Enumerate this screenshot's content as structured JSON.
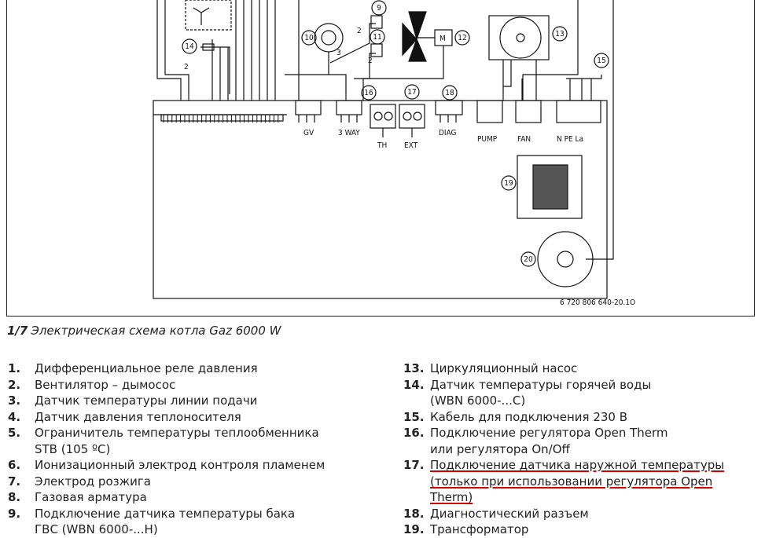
{
  "diagram": {
    "connector_labels": {
      "gv": "GV",
      "three_way": "3 WAY",
      "th": "TH",
      "ext": "EXT",
      "diag": "DIAG",
      "pump": "PUMP",
      "fan": "FAN",
      "power": "N PE La"
    },
    "callouts": [
      "9",
      "10",
      "11",
      "12",
      "13",
      "14",
      "15",
      "16",
      "17",
      "18",
      "19",
      "20"
    ],
    "valve_label": "M",
    "small_marks": [
      "2",
      "2",
      "3",
      "2"
    ],
    "doc_code": "6 720 806 640-20.1O"
  },
  "caption": {
    "number": "1/7",
    "text": "Электрическая схема котла Gaz 6000 W"
  },
  "legend_left": [
    {
      "num": "1.",
      "lines": [
        "Дифференциальное реле давления"
      ]
    },
    {
      "num": "2.",
      "lines": [
        "Вентилятор – дымосос"
      ]
    },
    {
      "num": "3.",
      "lines": [
        "Датчик температуры линии подачи"
      ]
    },
    {
      "num": "4.",
      "lines": [
        "Датчик давления теплоносителя"
      ]
    },
    {
      "num": "5.",
      "lines": [
        "Ограничитель температуры теплообменника",
        "STB (105 ºC)"
      ]
    },
    {
      "num": "6.",
      "lines": [
        "Ионизационный электрод контроля пламенем"
      ]
    },
    {
      "num": "7.",
      "lines": [
        "Электрод розжига"
      ]
    },
    {
      "num": "8.",
      "lines": [
        "Газовая арматура"
      ]
    },
    {
      "num": "9.",
      "lines": [
        "Подключение датчика температуры бака",
        "ГВС (WBN 6000-...H)"
      ]
    }
  ],
  "legend_right": [
    {
      "num": "13.",
      "lines": [
        "Циркуляционный насос"
      ]
    },
    {
      "num": "14.",
      "lines": [
        "Датчик температуры горячей воды",
        "(WBN 6000-...C)"
      ]
    },
    {
      "num": "15.",
      "lines": [
        "Кабель для подключения 230 В"
      ]
    },
    {
      "num": "16.",
      "lines": [
        "Подключение регулятора Open Therm",
        "или регулятора On/Off"
      ]
    },
    {
      "num": "17.",
      "lines": [
        "Подключение датчика наружной температуры",
        "(только при использовании регулятора Open",
        "Therm)"
      ],
      "highlight": true
    },
    {
      "num": "18.",
      "lines": [
        "Диагностический разъем"
      ]
    },
    {
      "num": "19.",
      "lines": [
        "Трансформатор"
      ]
    }
  ]
}
